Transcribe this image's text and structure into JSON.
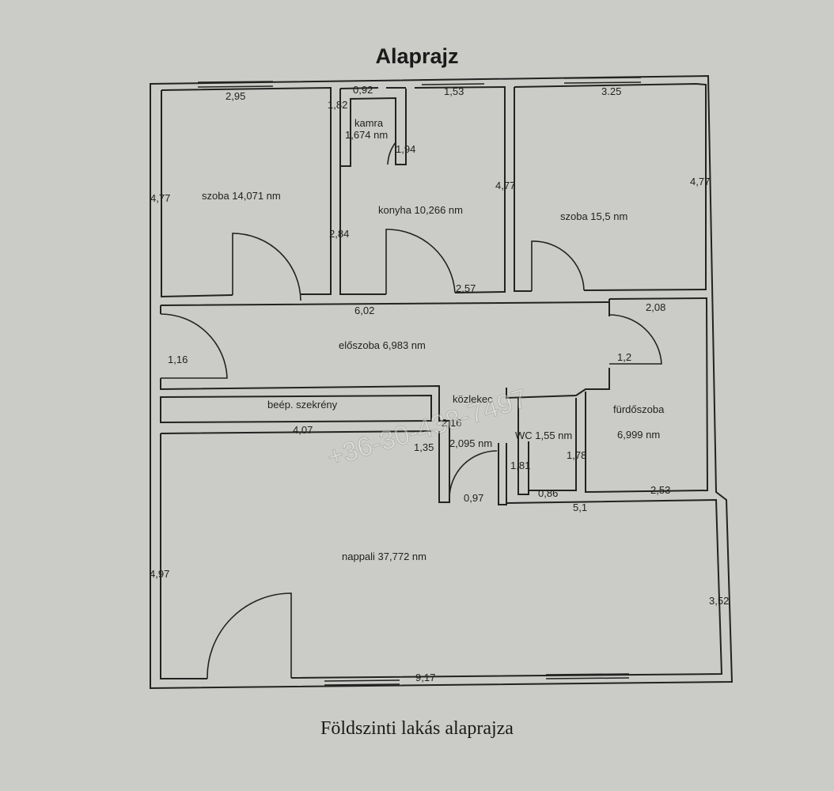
{
  "title": "Alaprajz",
  "caption": "Földszinti lakás alaprajza",
  "watermark": "+36-30-438-7497",
  "rooms": {
    "szoba1": "szoba 14,071 nm",
    "kamra_name": "kamra",
    "kamra_area": "1,674 nm",
    "konyha": "konyha 10,266 nm",
    "szoba2": "szoba 15,5 nm",
    "eloszoba": "előszoba 6,983 nm",
    "szekreny": "beép. szekrény",
    "kozlekedo_name": "közlekec",
    "kozlekedo_area": "2,095 nm",
    "wc": "WC 1,55 nm",
    "furdo_name": "fürdőszoba",
    "furdo_area": "6,999 nm",
    "nappali": "nappali 37,772 nm"
  },
  "dimensions": [
    "2,95",
    "0,92",
    "1,82",
    "1,53",
    "3.25",
    "1,94",
    "4,77",
    "4,77",
    "4,77",
    "2,84",
    "2,57",
    "6,02",
    "2,08",
    "1,16",
    "1,2",
    "4,07",
    "2,16",
    "1,35",
    "0,97",
    "1,81",
    "0,86",
    "1,78",
    "2,53",
    "5,1",
    "4,97",
    "3,52",
    "9,17"
  ]
}
